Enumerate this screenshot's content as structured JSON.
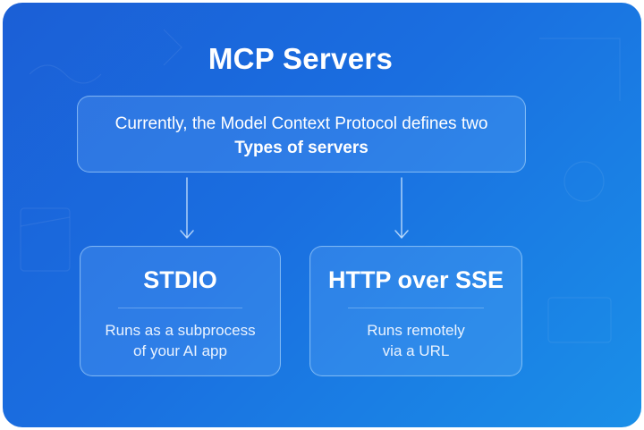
{
  "title": "MCP Servers",
  "intro": {
    "line1": "Currently, the Model Context Protocol defines two",
    "line2": "Types of servers"
  },
  "servers": [
    {
      "name": "STDIO",
      "desc_line1": "Runs as a subprocess",
      "desc_line2": "of your AI app"
    },
    {
      "name": "HTTP over SSE",
      "desc_line1": "Runs remotely",
      "desc_line2": "via a URL"
    }
  ],
  "colors": {
    "background_start": "#1b5fd6",
    "background_end": "#1a8fe8",
    "box_border": "#bee1ff",
    "text": "#ffffff"
  }
}
